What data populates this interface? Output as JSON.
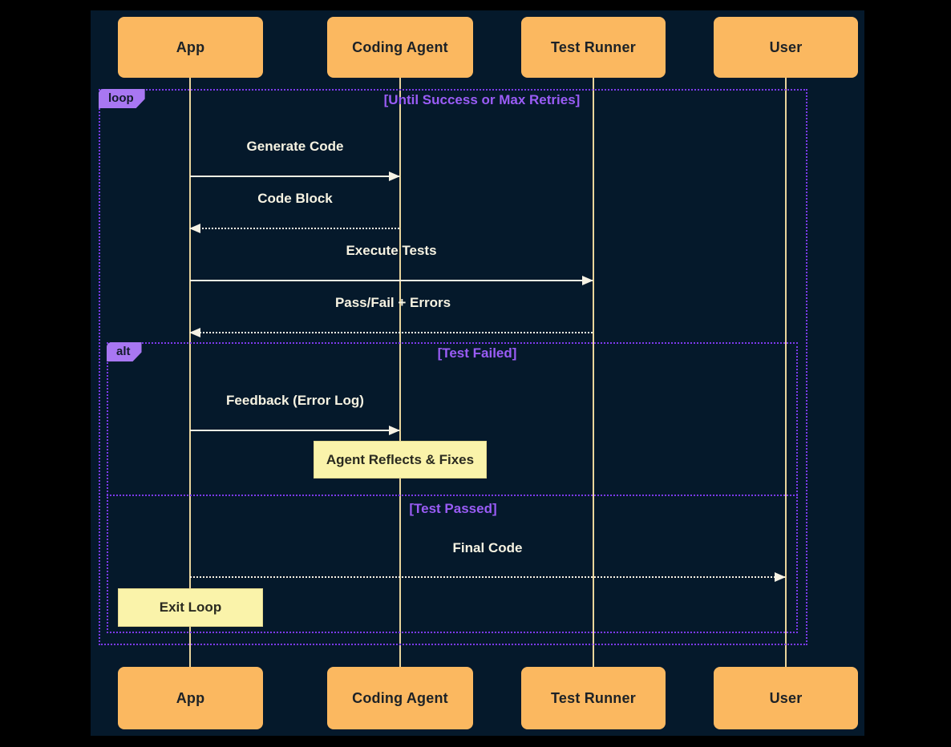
{
  "diagram": {
    "type": "sequence-diagram",
    "actors": [
      {
        "id": "app",
        "label": "App"
      },
      {
        "id": "coding-agent",
        "label": "Coding Agent"
      },
      {
        "id": "test-runner",
        "label": "Test Runner"
      },
      {
        "id": "user",
        "label": "User"
      }
    ],
    "loop_frame": {
      "label": "loop",
      "title": "[Until Success or Max Retries]"
    },
    "alt_frame": {
      "label": "alt",
      "branch_failed_title": "[Test Failed]",
      "branch_passed_title": "[Test Passed]"
    },
    "messages": [
      {
        "from": "App",
        "to": "Coding Agent",
        "text": "Generate Code",
        "style": "solid"
      },
      {
        "from": "Coding Agent",
        "to": "App",
        "text": "Code Block",
        "style": "dashed"
      },
      {
        "from": "App",
        "to": "Test Runner",
        "text": "Execute Tests",
        "style": "solid"
      },
      {
        "from": "Test Runner",
        "to": "App",
        "text": "Pass/Fail + Errors",
        "style": "dashed"
      },
      {
        "from": "App",
        "to": "Coding Agent",
        "text": "Feedback (Error Log)",
        "style": "solid"
      },
      {
        "from": "App",
        "to": "User",
        "text": "Final Code",
        "style": "dashed"
      }
    ],
    "notes": [
      {
        "over": "Coding Agent",
        "text": "Agent Reflects & Fixes"
      },
      {
        "over": "App",
        "text": "Exit Loop"
      }
    ],
    "colors": {
      "page_bg": "#000000",
      "canvas_bg": "#05192B",
      "actor_fill": "#FBB860",
      "actor_text": "#1D2227",
      "lifeline": "#E9D49B",
      "frame_border": "#7C3AED",
      "frame_label_fill": "#A877F2",
      "frame_title_text": "#9A5CF6",
      "message_text": "#F7F3E2",
      "arrow": "#F6F2E4",
      "note_fill": "#FAF3AA"
    }
  }
}
